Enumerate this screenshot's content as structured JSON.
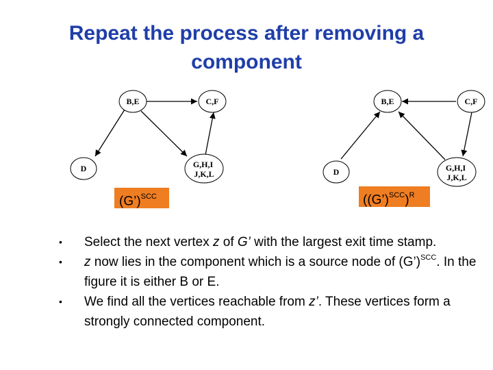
{
  "title": {
    "line1": "Repeat the process after removing a",
    "line2": "component"
  },
  "graph_left": {
    "nodes": {
      "be": [
        "B,E"
      ],
      "cf": [
        "C,F"
      ],
      "d": [
        "D"
      ],
      "ghijkl": [
        "G,H,I",
        "J,K,L"
      ]
    },
    "tag": {
      "base": "(G’)",
      "sup": "SCC",
      "tail": ""
    }
  },
  "graph_right": {
    "nodes": {
      "be": [
        "B,E"
      ],
      "cf": [
        "C,F"
      ],
      "d": [
        "D"
      ],
      "ghijkl": [
        "G,H,I",
        "J,K,L"
      ]
    },
    "tag": {
      "base": "((G’)",
      "sup": "SCC",
      "tail": ")",
      "sup2": "R"
    }
  },
  "bullets": [
    {
      "parts": [
        {
          "text": "Select the next vertex "
        },
        {
          "text": "z",
          "style": "italic"
        },
        {
          "text": " of "
        },
        {
          "text": "G’",
          "style": "italic"
        },
        {
          "text": " with the largest exit time stamp."
        }
      ]
    },
    {
      "parts": [
        {
          "text": "z",
          "style": "italic"
        },
        {
          "text": " now lies in the component which is a source node of (G’)"
        },
        {
          "text": "SCC",
          "style": "sup"
        },
        {
          "text": ". In the figure it is either B or E."
        }
      ]
    },
    {
      "parts": [
        {
          "text": "We find all the vertices reachable from "
        },
        {
          "text": "z’",
          "style": "italic"
        },
        {
          "text": ". These vertices form a strongly connected component."
        }
      ]
    }
  ],
  "bullet_char": "•",
  "colors": {
    "title": "#1f3ea8",
    "tag_bg": "#ef7d22"
  }
}
